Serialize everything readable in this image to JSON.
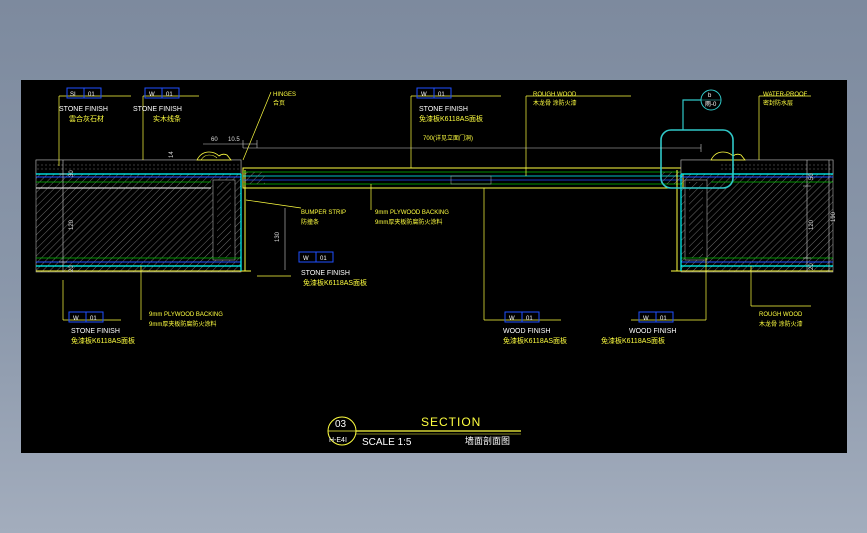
{
  "labels": {
    "stone_finish_1": "STONE FINISH",
    "stone_finish_1_cn": "雲合灰石材",
    "stone_finish_2": "STONE FINISH",
    "stone_finish_2_cn": "实木线条",
    "hinges": "HINGES",
    "hinges_cn": "合页",
    "stone_finish_top": "STONE FINISH",
    "stone_finish_top_cn": "免漆板K6118AS面板",
    "rough_wood_top": "ROUGH WOOD",
    "rough_wood_top_cn": "木龙骨 涂防火漆",
    "water_proof": "WATER-PROOF",
    "water_proof_cn": "密封防水层",
    "door_width": "700(详见立面门洞)",
    "bumper_strip": "BUMPER STRIP",
    "bumper_strip_cn": "防撞条",
    "plywood_mid": "9mm PLYWOOD BACKING",
    "plywood_mid_cn": "9mm厚夹板防腐防火涂料",
    "stone_finish_mid": "STONE FINISH",
    "stone_finish_mid_cn": "免漆板K6118AS面板",
    "plywood_left": "9mm PLYWOOD BACKING",
    "plywood_left_cn": "9mm厚夹板防腐防火涂料",
    "stone_finish_bl": "STONE FINISH",
    "stone_finish_bl_cn": "免漆板K6118AS面板",
    "wood_finish_1": "WOOD FINISH",
    "wood_finish_1_cn": "免漆板K6118AS面板",
    "wood_finish_2": "WOOD FINISH",
    "wood_finish_2_cn": "免漆板K6118AS面板",
    "rough_wood_br": "ROUGH WOOD",
    "rough_wood_br_cn": "木龙骨 涂防火漆"
  },
  "tags": {
    "t1a": "SI",
    "t1b": "01",
    "t2a": "W",
    "t2b": "01",
    "t3a": "W",
    "t3b": "01",
    "t4a": "W",
    "t4b": "01",
    "t5a": "W",
    "t5b": "01",
    "t6a": "W",
    "t6b": "01",
    "t7a": "W",
    "t7b": "01"
  },
  "callout": {
    "top": "b",
    "bottom": "雨-0"
  },
  "dims": {
    "d60": "60",
    "d105": "10.5",
    "d14": "14",
    "l30": "30",
    "l120": "120",
    "l20": "20",
    "m130": "130",
    "r50": "50",
    "r120": "120",
    "r20": "20",
    "r190": "190"
  },
  "title": {
    "number": "03",
    "sheet": "H-E4I",
    "section": "SECTION",
    "scale": "SCALE 1:5",
    "cn": "墙面剖面图"
  },
  "colors": {
    "line_yellow": "#ffff40",
    "line_cyan": "#00ffff",
    "line_green": "#00c000",
    "line_blue": "#2050ff",
    "hatch": "#a0a0a0",
    "highlight": "#30c8c8"
  }
}
